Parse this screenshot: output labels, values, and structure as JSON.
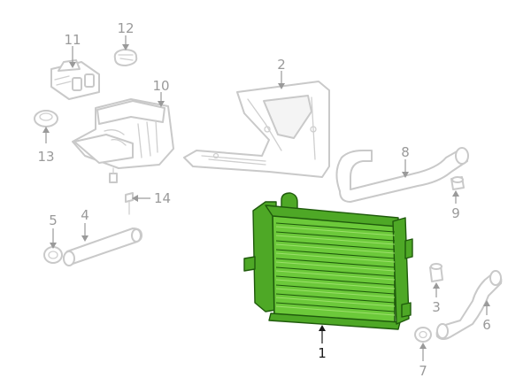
{
  "diagram": {
    "highlight_color": "#6cc93a",
    "ghost_color": "#c9c9c9",
    "callouts": {
      "c1": "1",
      "c2": "2",
      "c3": "3",
      "c4": "4",
      "c5": "5",
      "c6": "6",
      "c7": "7",
      "c8": "8",
      "c9": "9",
      "c10": "10",
      "c11": "11",
      "c12": "12",
      "c13": "13",
      "c14": "14"
    },
    "parts": {
      "p1": "radiator",
      "p2": "bracket",
      "p3": "bleeder-plug",
      "p4": "hose",
      "p5": "hose-clamp",
      "p6": "lower-hose",
      "p7": "hose-clamp",
      "p8": "upper-hose",
      "p9": "fitting",
      "p10": "reservoir",
      "p11": "sensor",
      "p12": "reservoir-cap",
      "p13": "cap",
      "p14": "bolt"
    }
  }
}
